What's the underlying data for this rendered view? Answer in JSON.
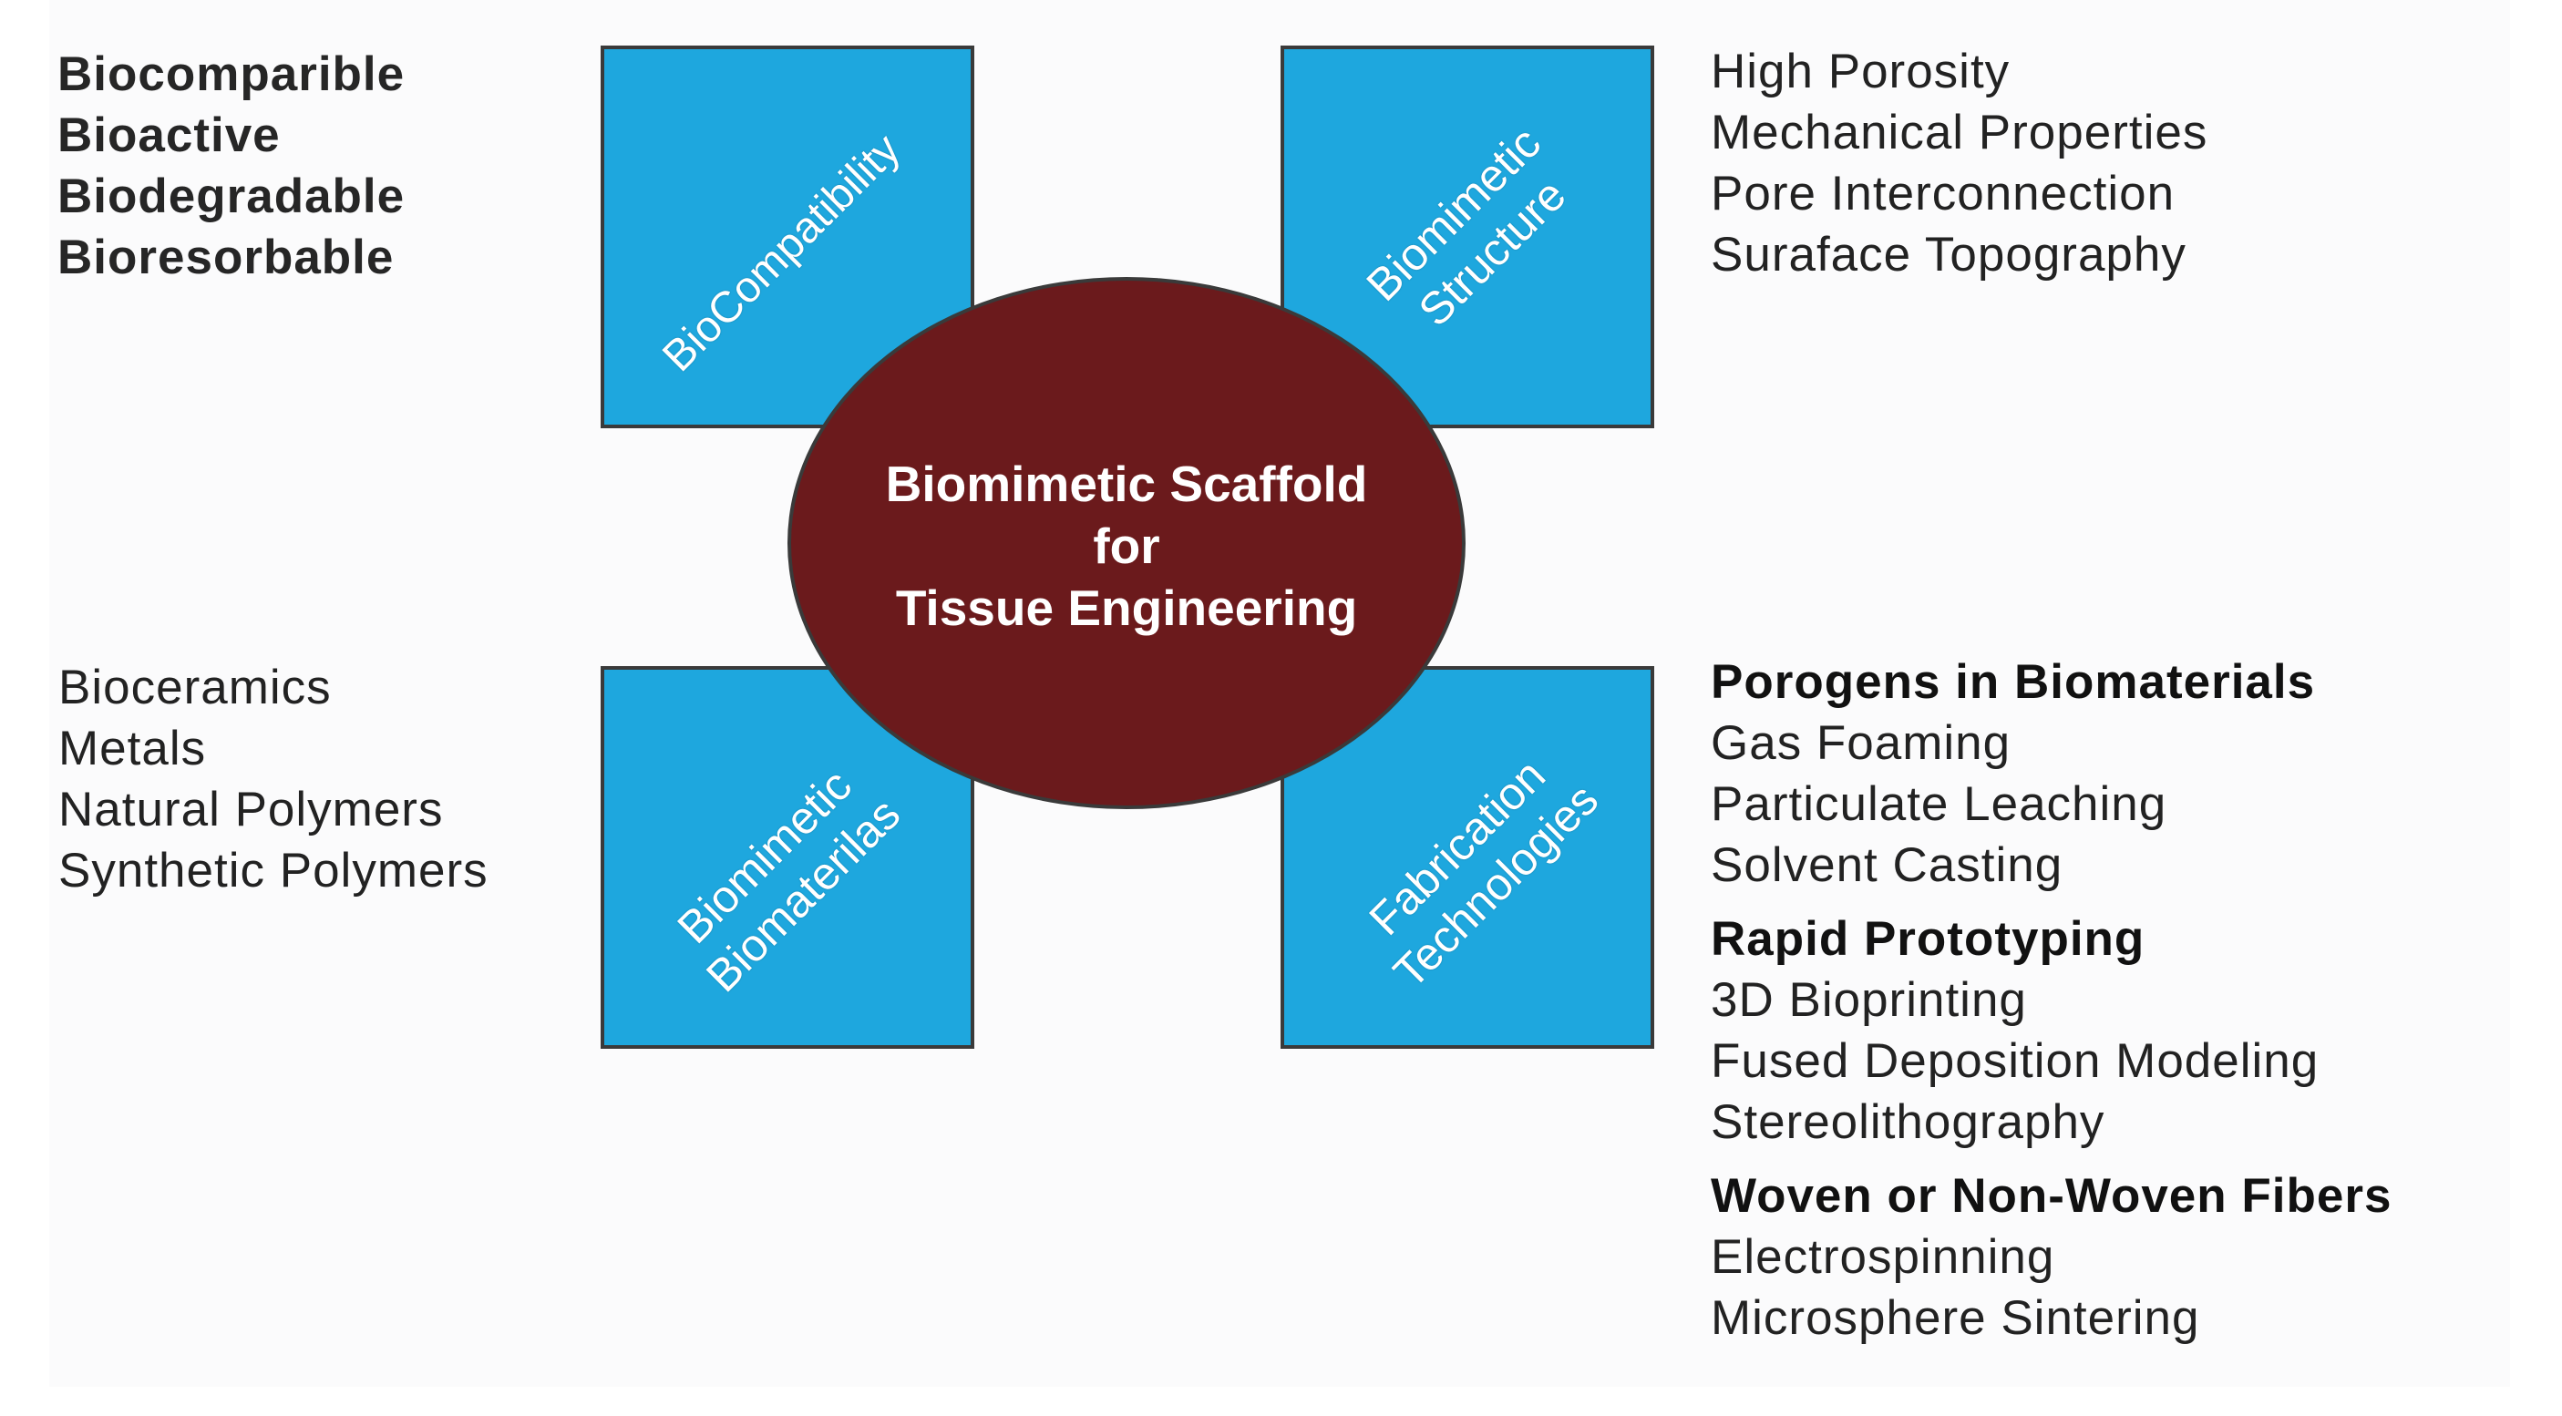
{
  "center": {
    "lines": [
      "Biomimetic Scaffold",
      "for",
      "Tissue Engineering"
    ],
    "color": "#6b1a1c"
  },
  "squares": {
    "color": "#1ea7de",
    "biocompatibility": {
      "lines": [
        "BioCompatibility"
      ]
    },
    "structure": {
      "lines": [
        "Biomimetic",
        "Structure"
      ]
    },
    "materials": {
      "lines": [
        "Biomimetic",
        "Biomaterilas"
      ]
    },
    "fabrication": {
      "lines": [
        "Fabrication",
        "Technologies"
      ]
    }
  },
  "lists": {
    "biocompatibility": [
      "Biocomparible",
      "Bioactive",
      "Biodegradable",
      "Bioresorbable"
    ],
    "structure": [
      "High Porosity",
      "Mechanical Properties",
      "Pore Interconnection",
      "Suraface Topography"
    ],
    "materials": [
      "Bioceramics",
      "Metals",
      "Natural Polymers",
      "Synthetic Polymers"
    ],
    "fabrication": {
      "porogens": {
        "heading": "Porogens in Biomaterials",
        "items": [
          "Gas Foaming",
          "Particulate Leaching",
          "Solvent Casting"
        ]
      },
      "rapid": {
        "heading": "Rapid Prototyping",
        "items": [
          "3D Bioprinting",
          "Fused Deposition Modeling",
          "Stereolithography"
        ]
      },
      "fibers": {
        "heading": "Woven or Non-Woven Fibers",
        "items": [
          "Electrospinning",
          "Microsphere Sintering"
        ]
      }
    }
  }
}
